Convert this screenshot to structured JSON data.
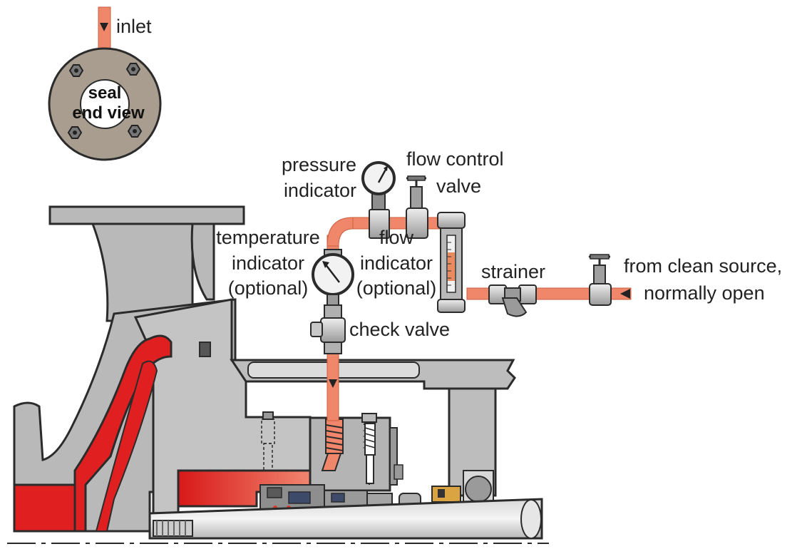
{
  "labels": {
    "inlet": "inlet",
    "seal_end_view_1": "seal",
    "seal_end_view_2": "end view",
    "pressure_indicator_1": "pressure",
    "pressure_indicator_2": "indicator",
    "flow_control_valve_1": "flow control",
    "flow_control_valve_2": "valve",
    "temperature_indicator_1": "temperature",
    "temperature_indicator_2": "indicator",
    "temperature_indicator_3": "(optional)",
    "flow_indicator_1": "flow",
    "flow_indicator_2": "indicator",
    "flow_indicator_3": "(optional)",
    "strainer": "strainer",
    "source_1": "from clean source,",
    "source_2": "normally open",
    "check_valve": "check valve"
  },
  "colors": {
    "pipe": "#f0876a",
    "housing_gray": "#b9b9b9",
    "steel_gray": "#8e8e8e",
    "seal_flange": "#a89d8e",
    "process_red": "#e02020",
    "brass": "#d9a441",
    "outline": "#2b2b2b"
  }
}
